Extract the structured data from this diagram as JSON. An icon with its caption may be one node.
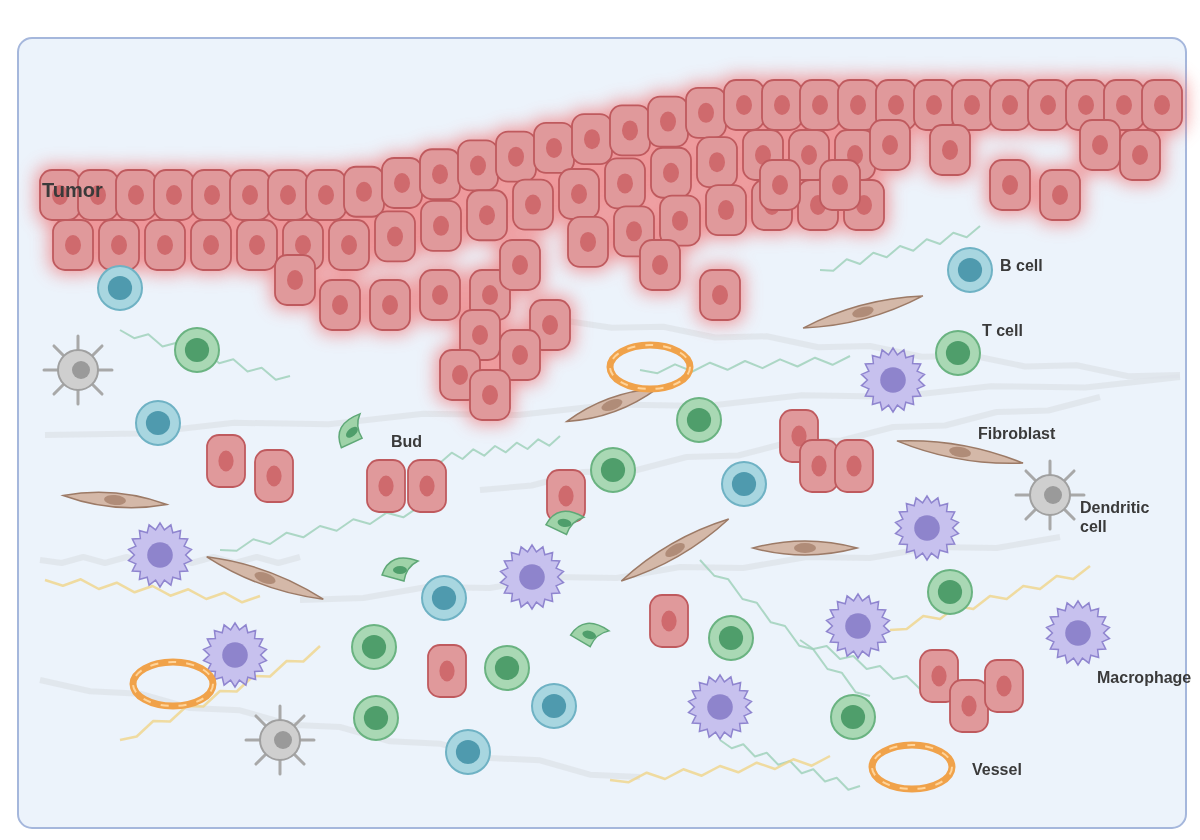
{
  "diagram": {
    "labels": [
      "Tumor",
      "B cell",
      "T cell",
      "Bud",
      "Fibroblast",
      "Dendritic cell",
      "Macrophage",
      "Vessel"
    ]
  }
}
